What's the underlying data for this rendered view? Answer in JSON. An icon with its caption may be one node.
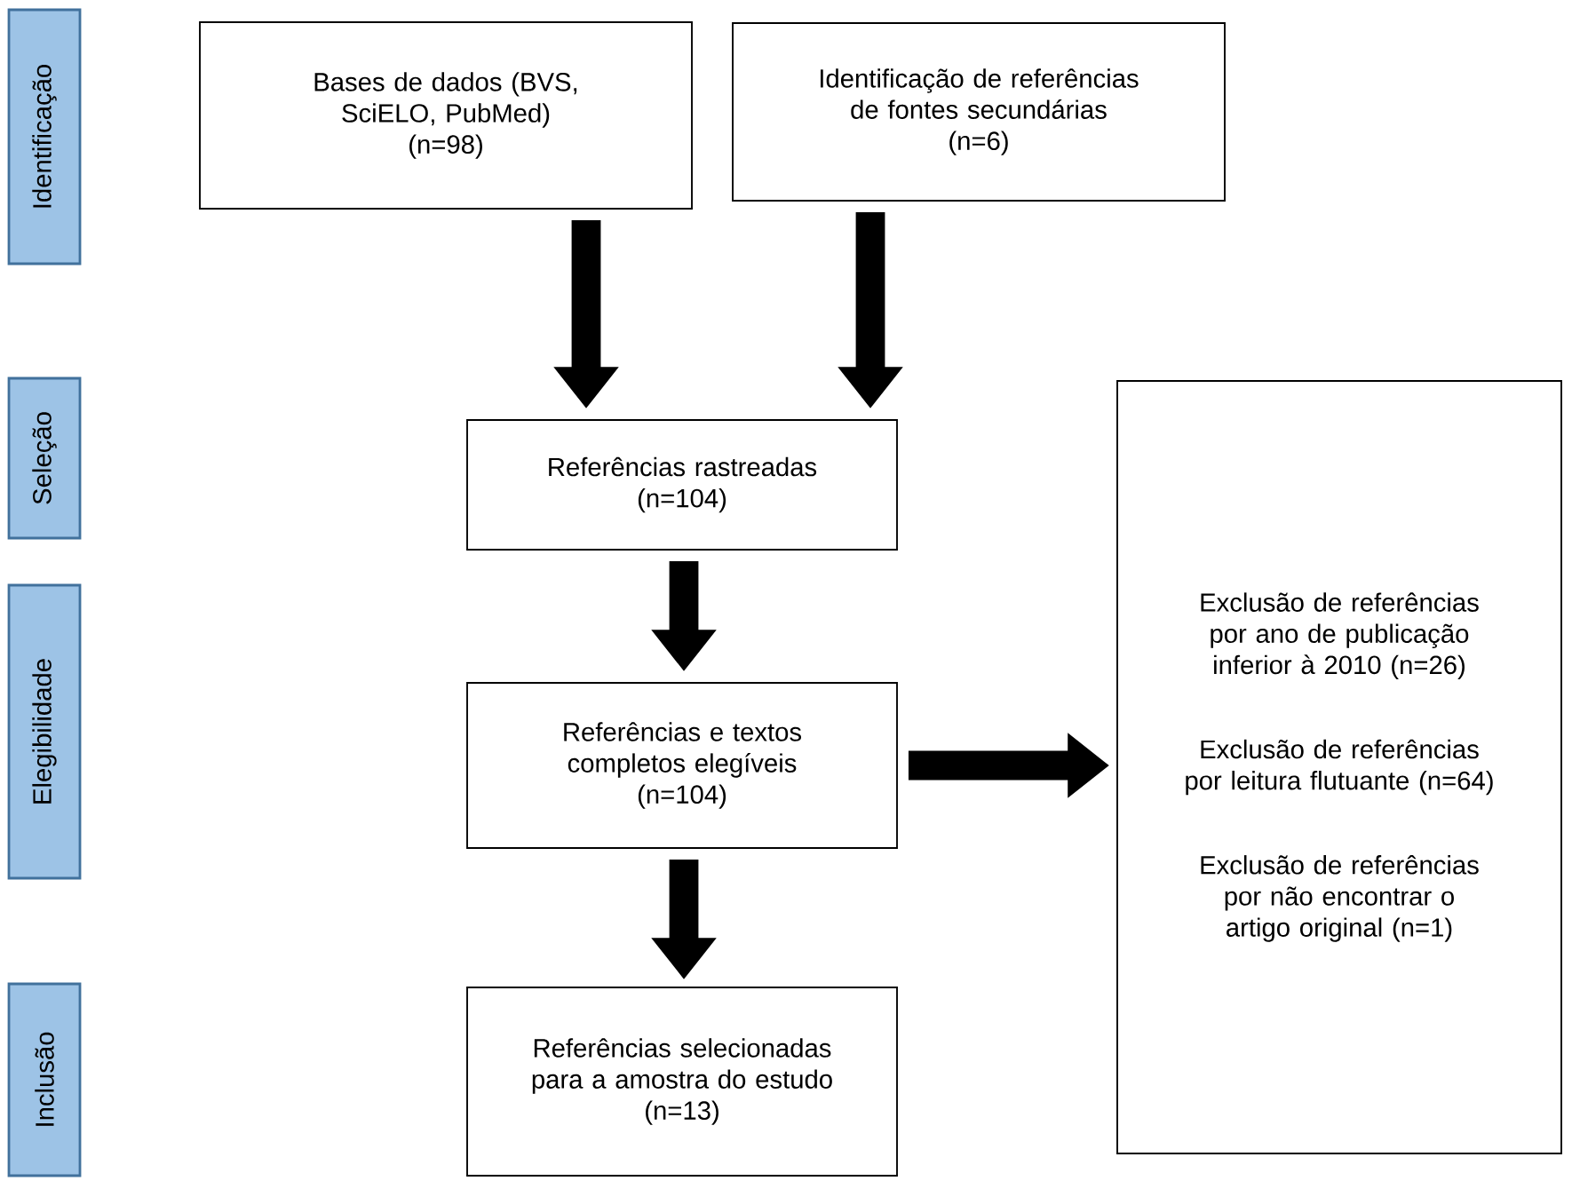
{
  "diagram": {
    "nodes": [
      {
        "text": [
          "Identificação"
        ]
      },
      {
        "text": [
          "Bases de dados (BVS, SciELO, PubMed)",
          "(n=98)"
        ]
      },
      {
        "text": [
          "Identificação de referências de fontes secundárias",
          "(n=6)"
        ]
      },
      {
        "text": [
          "Seleção"
        ]
      },
      {
        "text": [
          "Referências rastreadas",
          "(n=104)"
        ]
      },
      {
        "text": [
          "Exclusão de referências por ano de publicação inferior à 2010 (n=26)",
          "Exclusão de referências por leitura flutuante (n=64)",
          "Exclusão de referências por não encontrar o artigo original (n=1)"
        ]
      },
      {
        "text": [
          "Elegibilidade"
        ]
      },
      {
        "text": [
          "Referências e textos completos elegíveis",
          "(n=104)"
        ]
      },
      {
        "text": [
          "Inclusão"
        ]
      },
      {
        "text": [
          "Referências selecionadas para a amostra do estudo",
          "(n=13)"
        ]
      }
    ],
    "edges": [
      {
        "from": 1,
        "to": 4,
        "arrow": "to"
      },
      {
        "from": 2,
        "to": 4,
        "arrow": "to"
      },
      {
        "from": 4,
        "to": 7,
        "arrow": "to"
      },
      {
        "from": 7,
        "to": 5,
        "arrow": "to"
      },
      {
        "from": 7,
        "to": 9,
        "arrow": "to"
      }
    ]
  }
}
